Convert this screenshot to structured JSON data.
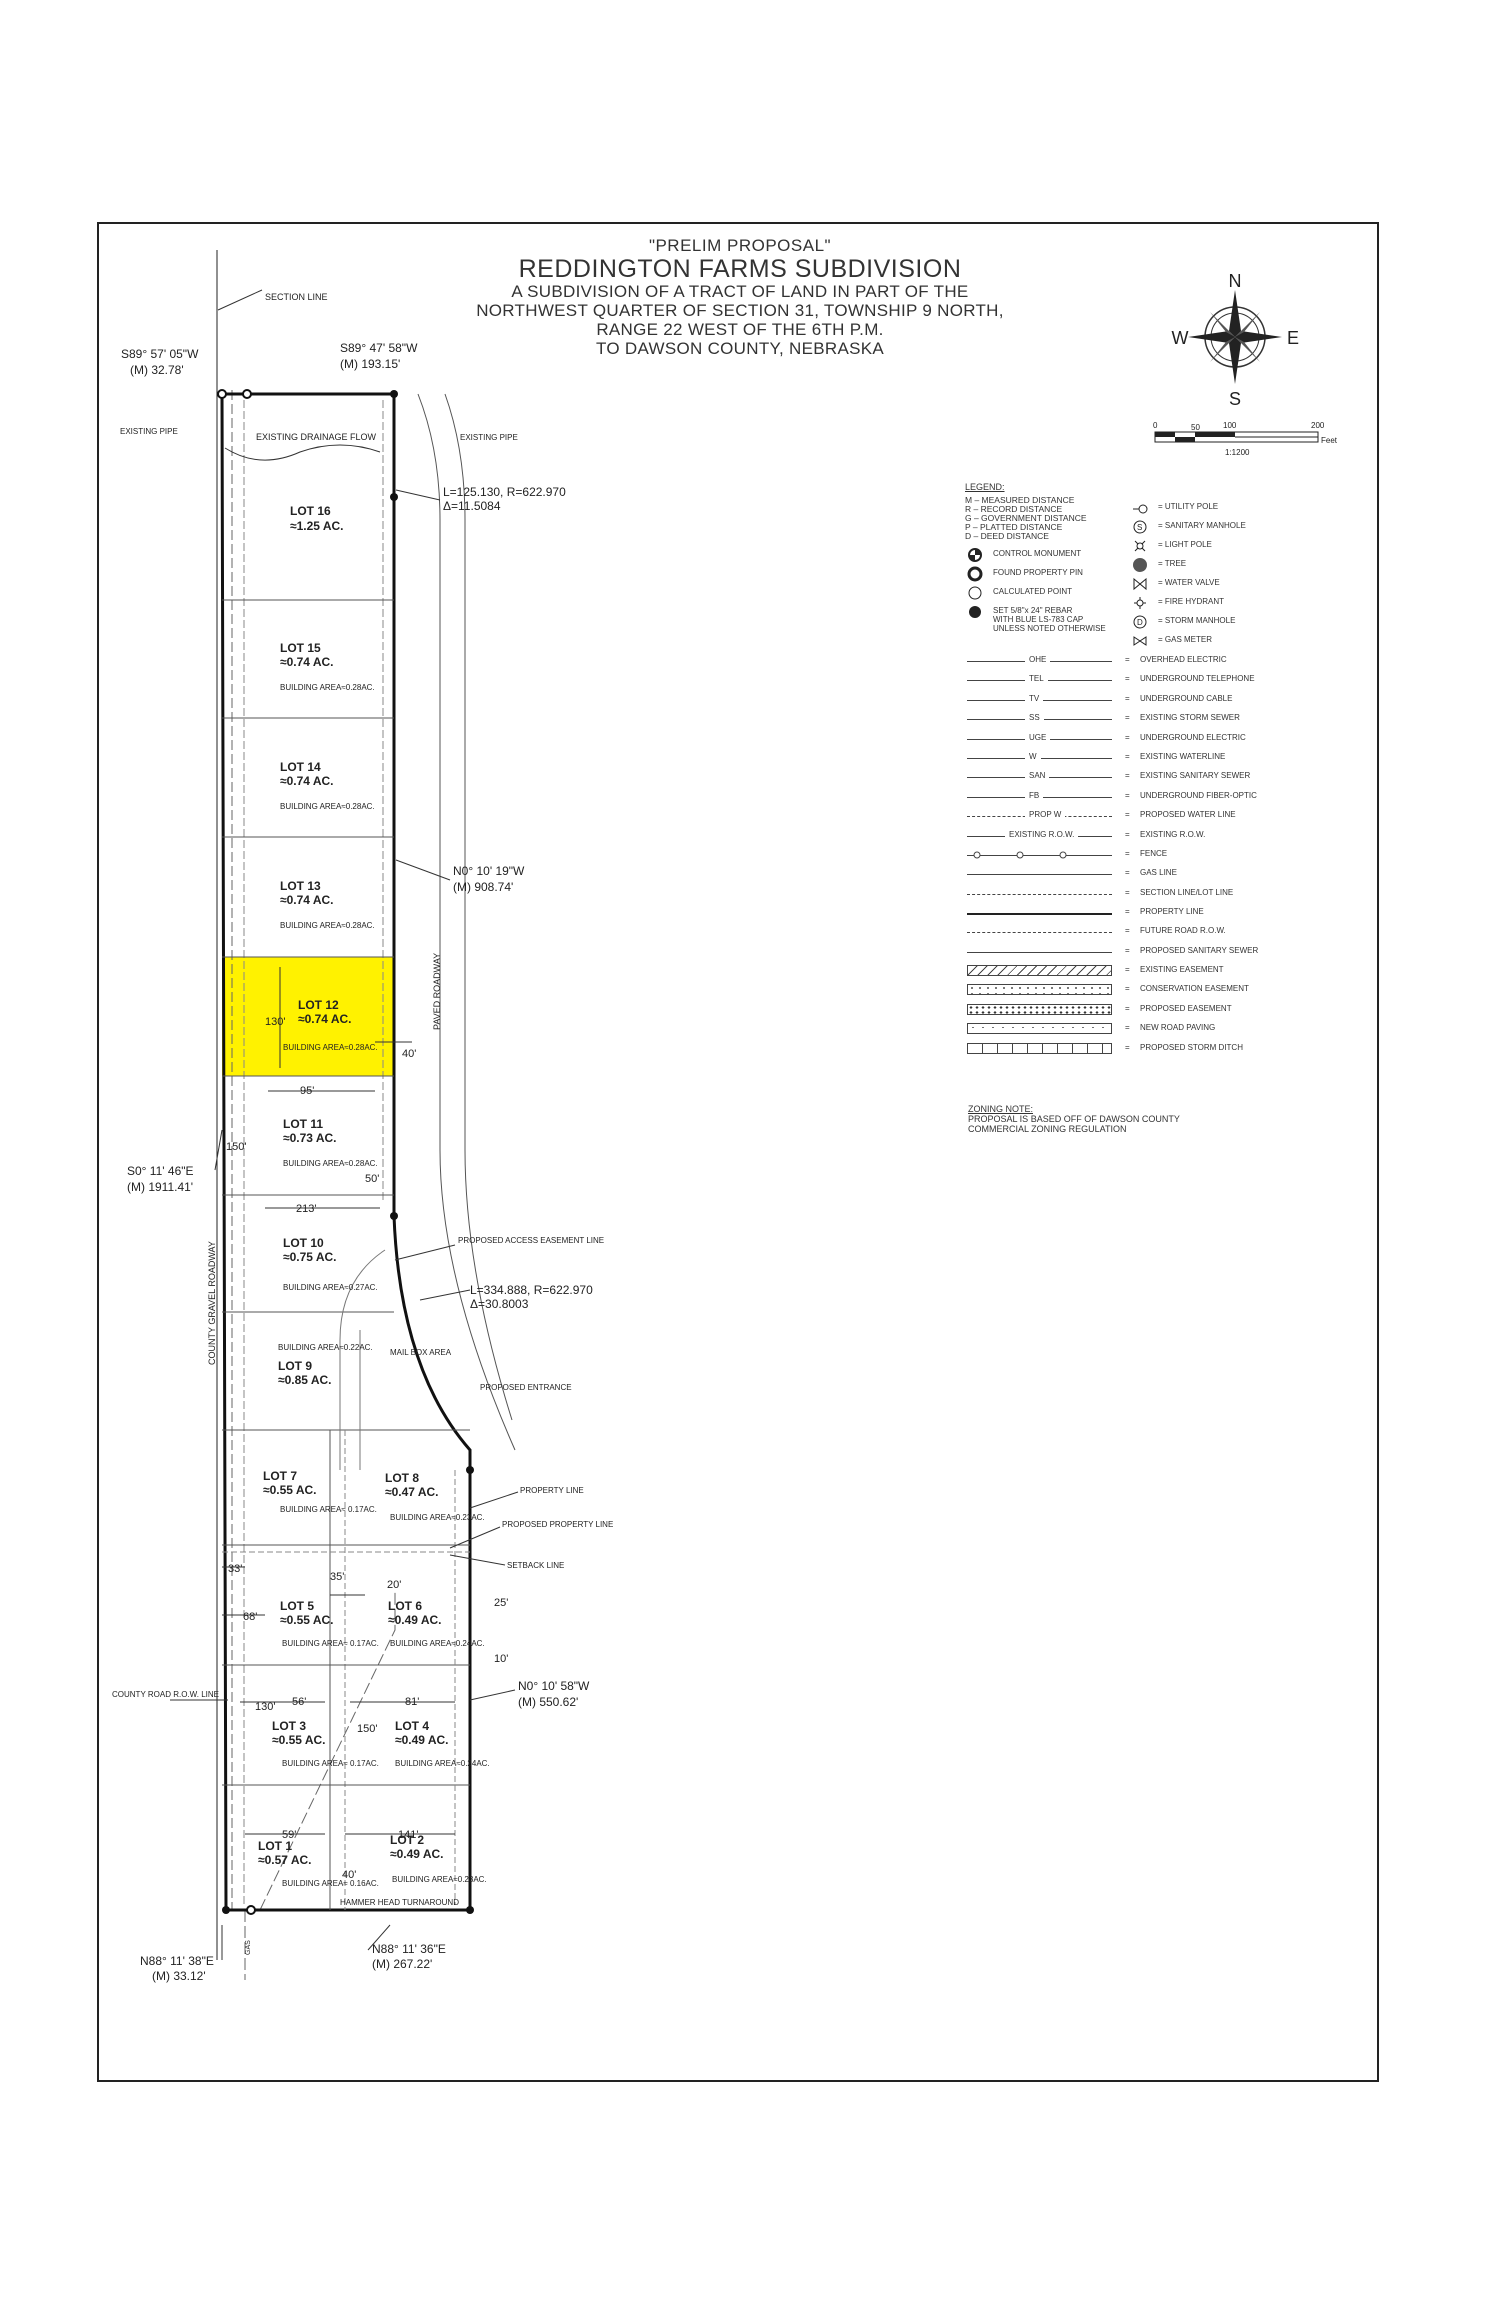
{
  "title": {
    "proposal": "\"PRELIM PROPOSAL\"",
    "name": "REDDINGTON FARMS SUBDIVISION",
    "line1": "A SUBDIVISION OF A TRACT OF LAND IN PART OF THE",
    "line2": "NORTHWEST QUARTER OF SECTION 31, TOWNSHIP 9 NORTH,",
    "line3": "RANGE 22 WEST OF THE 6TH P.M.",
    "line4": "TO DAWSON COUNTY, NEBRASKA"
  },
  "compass": {
    "n": "N",
    "s": "S",
    "e": "E",
    "w": "W"
  },
  "scale": {
    "t0": "0",
    "t50": "50",
    "t100": "100",
    "t200": "200",
    "unit": "Feet",
    "ratio": "1:1200"
  },
  "legend": {
    "header": "LEGEND:",
    "codes": [
      "M  –  MEASURED DISTANCE",
      "R  –  RECORD DISTANCE",
      "G  –  GOVERNMENT DISTANCE",
      "P  –  PLATTED DISTANCE",
      "D  –  DEED DISTANCE"
    ],
    "symbols": [
      "CONTROL MONUMENT",
      "FOUND PROPERTY PIN",
      "CALCULATED POINT",
      "SET 5/8\"x 24\" REBAR",
      "WITH BLUE LS-783 CAP",
      "UNLESS NOTED OTHERWISE"
    ],
    "right_symbols": [
      "= UTILITY POLE",
      "= SANITARY MANHOLE",
      "= LIGHT POLE",
      "= TREE",
      "= WATER VALVE",
      "= FIRE HYDRANT",
      "= STORM MANHOLE",
      "= GAS METER"
    ],
    "lines": [
      {
        "code": "OHE",
        "desc": "OVERHEAD ELECTRIC"
      },
      {
        "code": "TEL",
        "desc": "UNDERGROUND TELEPHONE"
      },
      {
        "code": "TV",
        "desc": "UNDERGROUND CABLE"
      },
      {
        "code": "SS",
        "desc": "EXISTING STORM SEWER"
      },
      {
        "code": "UGE",
        "desc": "UNDERGROUND ELECTRIC"
      },
      {
        "code": "W",
        "desc": "EXISTING WATERLINE"
      },
      {
        "code": "SAN",
        "desc": "EXISTING SANITARY SEWER"
      },
      {
        "code": "FB",
        "desc": "UNDERGROUND FIBER-OPTIC"
      },
      {
        "code": "PROP W",
        "desc": "PROPOSED WATER LINE"
      },
      {
        "code": "EXISTING R.O.W.",
        "desc": "EXISTING R.O.W."
      },
      {
        "code": "",
        "desc": "FENCE"
      },
      {
        "code": "",
        "desc": "GAS LINE"
      },
      {
        "code": "",
        "desc": "SECTION LINE/LOT LINE"
      },
      {
        "code": "",
        "desc": "PROPERTY LINE"
      },
      {
        "code": "",
        "desc": "FUTURE ROAD R.O.W."
      },
      {
        "code": "",
        "desc": "PROPOSED SANITARY SEWER"
      }
    ],
    "patterns": [
      "EXISTING EASEMENT",
      "CONSERVATION EASEMENT",
      "PROPOSED EASEMENT",
      "NEW ROAD PAVING",
      "PROPOSED STORM DITCH"
    ]
  },
  "zoning": {
    "header": "ZONING NOTE:",
    "line1": "PROPOSAL IS BASED OFF OF DAWSON COUNTY",
    "line2": "COMMERCIAL ZONING REGULATION"
  },
  "plat": {
    "highlight_color": "#fff200",
    "bearings": {
      "nw_top": "S89° 57' 05\"W",
      "nw_top_m": "(M) 32.78'",
      "north": "S89° 47' 58\"W",
      "north_m": "(M) 193.15'",
      "section_line": "SECTION LINE",
      "curve1a": "L=125.130,  R=622.970",
      "curve1b": "Δ=11.5084",
      "east_upper": "N0° 10' 19\"W",
      "east_upper_m": "(M) 908.74'",
      "west": "S0° 11' 46\"E",
      "west_m": "(M) 1911.41'",
      "curve2a": "L=334.888,  R=622.970",
      "curve2b": "Δ=30.8003",
      "east_lower": "N0° 10' 58\"W",
      "east_lower_m": "(M) 550.62'",
      "sw_bottom": "N88° 11' 38\"E",
      "sw_bottom_m": "(M) 33.12'",
      "south": "N88° 11' 36\"E",
      "south_m": "(M) 267.22'"
    },
    "callouts": {
      "existing_pipe_w": "EXISTING PIPE",
      "existing_pipe_e": "EXISTING PIPE",
      "drainage": "EXISTING DRAINAGE FLOW",
      "paved": "PAVED ROADWAY",
      "county_road": "COUNTY GRAVEL ROADWAY",
      "access_easement": "PROPOSED ACCESS EASEMENT LINE",
      "mailbox": "MAIL BOX AREA",
      "entrance": "PROPOSED ENTRANCE",
      "property_line": "PROPERTY LINE",
      "proposed_property_line": "PROPOSED PROPERTY LINE",
      "setback": "SETBACK LINE",
      "county_row": "COUNTY ROAD R.O.W. LINE",
      "hammer": "HAMMER HEAD TURNAROUND",
      "gas": "GAS"
    },
    "dims": {
      "d130a": "130'",
      "d40a": "40'",
      "d95": "95'",
      "d150a": "150'",
      "d50": "50'",
      "d213": "213'",
      "d33": "33'",
      "d68": "68'",
      "d35": "35'",
      "d20": "20'",
      "d25": "25'",
      "d10": "10'",
      "d56": "56'",
      "d81": "81'",
      "d130b": "130'",
      "d150b": "150'",
      "d59": "59'",
      "d141": "141'",
      "d40b": "40'"
    },
    "lots": [
      {
        "name": "LOT 16",
        "area": "≈1.25 AC.",
        "bldg": ""
      },
      {
        "name": "LOT 15",
        "area": "≈0.74 AC.",
        "bldg": "BUILDING AREA≈0.28AC."
      },
      {
        "name": "LOT 14",
        "area": "≈0.74 AC.",
        "bldg": "BUILDING AREA≈0.28AC."
      },
      {
        "name": "LOT 13",
        "area": "≈0.74 AC.",
        "bldg": "BUILDING AREA≈0.28AC."
      },
      {
        "name": "LOT 12",
        "area": "≈0.74 AC.",
        "bldg": "BUILDING AREA≈0.28AC."
      },
      {
        "name": "LOT 11",
        "area": "≈0.73 AC.",
        "bldg": "BUILDING AREA≈0.28AC."
      },
      {
        "name": "LOT 10",
        "area": "≈0.75 AC.",
        "bldg": "BUILDING AREA≈0.27AC."
      },
      {
        "name": "LOT 9",
        "area": "≈0.85 AC.",
        "bldg": "BUILDING AREA≈0.22AC."
      },
      {
        "name": "LOT 7",
        "area": "≈0.55 AC.",
        "bldg": "BUILDING AREA≈ 0.17AC."
      },
      {
        "name": "LOT 8",
        "area": "≈0.47 AC.",
        "bldg": "BUILDING AREA≈0.23AC."
      },
      {
        "name": "LOT 5",
        "area": "≈0.55 AC.",
        "bldg": "BUILDING AREA≈ 0.17AC."
      },
      {
        "name": "LOT 6",
        "area": "≈0.49 AC.",
        "bldg": "BUILDING AREA≈0.24AC."
      },
      {
        "name": "LOT 3",
        "area": "≈0.55 AC.",
        "bldg": "BUILDING AREA≈ 0.17AC."
      },
      {
        "name": "LOT 4",
        "area": "≈0.49 AC.",
        "bldg": "BUILDING AREA≈0.24AC."
      },
      {
        "name": "LOT 1",
        "area": "≈0.57 AC.",
        "bldg": "BUILDING AREA≈ 0.16AC."
      },
      {
        "name": "LOT 2",
        "area": "≈0.49 AC.",
        "bldg": "BUILDING AREA≈0.23AC."
      }
    ]
  }
}
